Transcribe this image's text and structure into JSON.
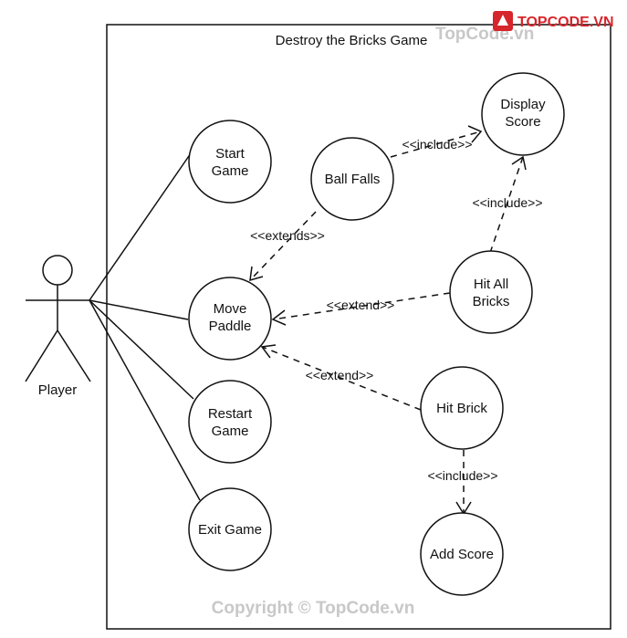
{
  "diagram": {
    "title": "Destroy the Bricks Game",
    "actor": {
      "label": "Player"
    },
    "use_cases": [
      {
        "id": "start",
        "lines": [
          "Start",
          "Game"
        ]
      },
      {
        "id": "move",
        "lines": [
          "Move",
          "Paddle"
        ]
      },
      {
        "id": "restart",
        "lines": [
          "Restart",
          "Game"
        ]
      },
      {
        "id": "exit",
        "lines": [
          "Exit Game"
        ]
      },
      {
        "id": "ballfalls",
        "lines": [
          "Ball Falls"
        ]
      },
      {
        "id": "display",
        "lines": [
          "Display",
          "Score"
        ]
      },
      {
        "id": "hitall",
        "lines": [
          "Hit All",
          "Bricks"
        ]
      },
      {
        "id": "hitbrick",
        "lines": [
          "Hit Brick"
        ]
      },
      {
        "id": "addscore",
        "lines": [
          "Add Score"
        ]
      }
    ],
    "relations": [
      {
        "from": "ballfalls",
        "to": "display",
        "label": "<<include>>"
      },
      {
        "from": "hitall",
        "to": "display",
        "label": "<<include>>"
      },
      {
        "from": "ballfalls",
        "to": "move",
        "label": "<<extends>>"
      },
      {
        "from": "hitall",
        "to": "move",
        "label": "<<extend>>"
      },
      {
        "from": "hitbrick",
        "to": "move",
        "label": "<<extend>>"
      },
      {
        "from": "hitbrick",
        "to": "addscore",
        "label": "<<include>>"
      }
    ]
  },
  "watermark": {
    "logo_text": "TOPCODE.VN",
    "site_text": "TopCode.vn",
    "copyright_text": "Copyright © TopCode.vn",
    "accent_color": "#d6262b"
  }
}
